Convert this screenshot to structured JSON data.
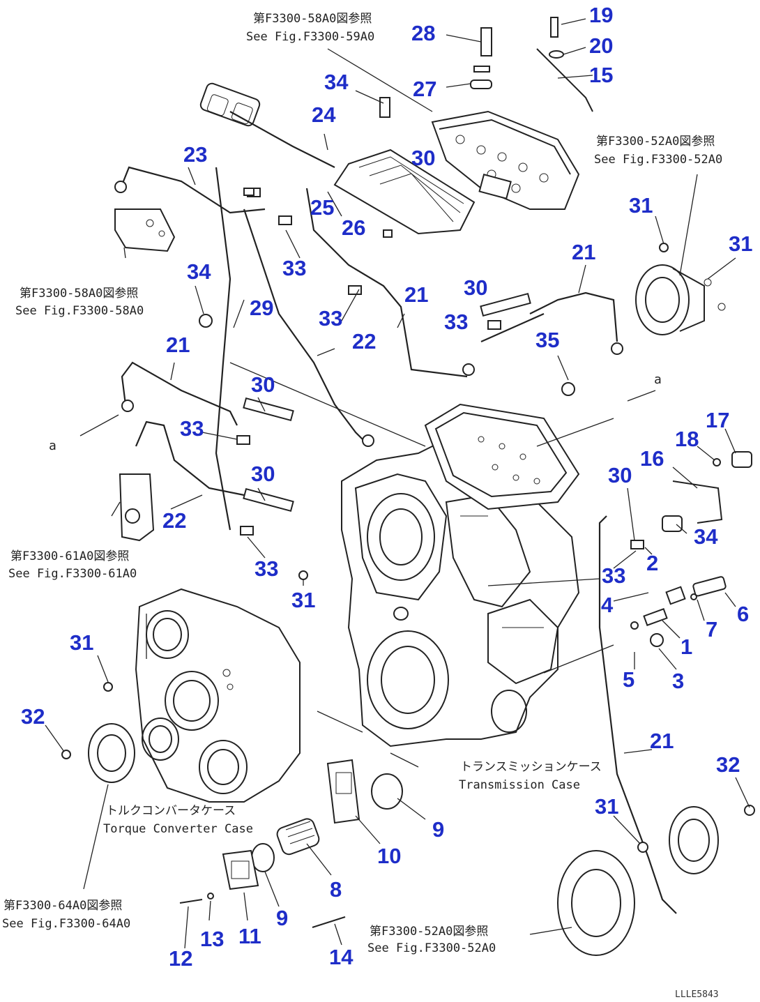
{
  "callouts": [
    {
      "id": "c19",
      "text": "19"
    },
    {
      "id": "c28",
      "text": "28"
    },
    {
      "id": "c20",
      "text": "20"
    },
    {
      "id": "c15",
      "text": "15"
    },
    {
      "id": "c34a",
      "text": "34"
    },
    {
      "id": "c27",
      "text": "27"
    },
    {
      "id": "c24",
      "text": "24"
    },
    {
      "id": "c30a",
      "text": "30"
    },
    {
      "id": "c23",
      "text": "23"
    },
    {
      "id": "c31a",
      "text": "31"
    },
    {
      "id": "c31b",
      "text": "31"
    },
    {
      "id": "c25",
      "text": "25"
    },
    {
      "id": "c26",
      "text": "26"
    },
    {
      "id": "c21a",
      "text": "21"
    },
    {
      "id": "c33a",
      "text": "33"
    },
    {
      "id": "c34b",
      "text": "34"
    },
    {
      "id": "c30b",
      "text": "30"
    },
    {
      "id": "c21b",
      "text": "21"
    },
    {
      "id": "c29",
      "text": "29"
    },
    {
      "id": "c33b",
      "text": "33"
    },
    {
      "id": "c33c",
      "text": "33"
    },
    {
      "id": "c22a",
      "text": "22"
    },
    {
      "id": "c35",
      "text": "35"
    },
    {
      "id": "c21c",
      "text": "21"
    },
    {
      "id": "c30c",
      "text": "30"
    },
    {
      "id": "c17",
      "text": "17"
    },
    {
      "id": "c33d",
      "text": "33"
    },
    {
      "id": "c18",
      "text": "18"
    },
    {
      "id": "c16",
      "text": "16"
    },
    {
      "id": "c30d",
      "text": "30"
    },
    {
      "id": "c30e",
      "text": "30"
    },
    {
      "id": "c22b",
      "text": "22"
    },
    {
      "id": "c34c",
      "text": "34"
    },
    {
      "id": "c2",
      "text": "2"
    },
    {
      "id": "c33e",
      "text": "33"
    },
    {
      "id": "c33f",
      "text": "33"
    },
    {
      "id": "c31c",
      "text": "31"
    },
    {
      "id": "c4",
      "text": "4"
    },
    {
      "id": "c6",
      "text": "6"
    },
    {
      "id": "c7",
      "text": "7"
    },
    {
      "id": "c1",
      "text": "1"
    },
    {
      "id": "c31d",
      "text": "31"
    },
    {
      "id": "c5",
      "text": "5"
    },
    {
      "id": "c3",
      "text": "3"
    },
    {
      "id": "c32a",
      "text": "32"
    },
    {
      "id": "c21d",
      "text": "21"
    },
    {
      "id": "c32b",
      "text": "32"
    },
    {
      "id": "c31e",
      "text": "31"
    },
    {
      "id": "c9a",
      "text": "9"
    },
    {
      "id": "c10",
      "text": "10"
    },
    {
      "id": "c8",
      "text": "8"
    },
    {
      "id": "c9b",
      "text": "9"
    },
    {
      "id": "c11",
      "text": "11"
    },
    {
      "id": "c13",
      "text": "13"
    },
    {
      "id": "c12",
      "text": "12"
    },
    {
      "id": "c14",
      "text": "14"
    }
  ],
  "references": {
    "r59_jp": "第F3300-58A0図参照",
    "r59_en": "See Fig.F3300-59A0",
    "r52top_jp": "第F3300-52A0図参照",
    "r52top_en": "See Fig.F3300-52A0",
    "r58_jp": "第F3300-58A0図参照",
    "r58_en": "See Fig.F3300-58A0",
    "r61_jp": "第F3300-61A0図参照",
    "r61_en": "See Fig.F3300-61A0",
    "r64_jp": "第F3300-64A0図参照",
    "r64_en": "See Fig.F3300-64A0",
    "r52bot_jp": "第F3300-52A0図参照",
    "r52bot_en": "See Fig.F3300-52A0"
  },
  "cases": {
    "transmission_jp": "トランスミッションケース",
    "transmission_en": "Transmission Case",
    "torque_jp": "トルクコンバータケース",
    "torque_en": "Torque Converter Case"
  },
  "marks": {
    "a_right": "a",
    "a_left": "a"
  },
  "drawing_code": "LLLE5843"
}
